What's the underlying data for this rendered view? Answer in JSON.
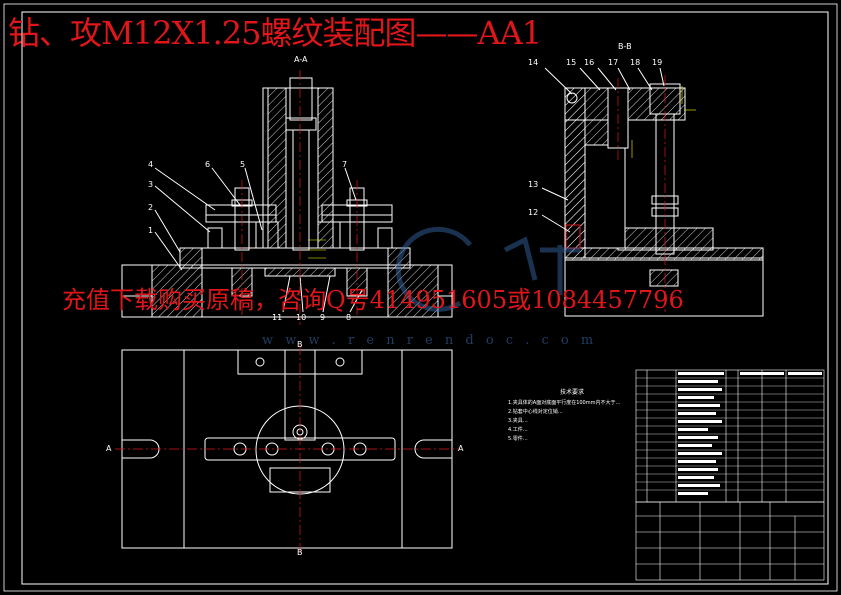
{
  "title": "钻、攻M12X1.25螺纹装配图——AA1",
  "promo": "充值下载购买原稿，咨询Q号414951605或1084457796",
  "watermark": {
    "url": "w w w . r e n r e n d o c . c o m"
  },
  "views": {
    "section_aa": "A-A",
    "section_bb": "B-B",
    "marker_a_left": "A",
    "marker_a_right": "A",
    "marker_b_top": "B",
    "marker_b_bottom": "B"
  },
  "part_numbers": {
    "left": [
      "4",
      "3",
      "2",
      "1"
    ],
    "top_left": [
      "6",
      "5",
      "7"
    ],
    "bottom": [
      "11",
      "10",
      "9",
      "8"
    ],
    "right_top": [
      "14",
      "15",
      "16",
      "17",
      "18",
      "19"
    ],
    "right_side": [
      "13",
      "12"
    ]
  },
  "tech_notes": {
    "title": "技术要求",
    "lines": [
      "1.夹具体的A面对底面平行度在100mm内不大于…",
      "2.钻套中心线对定位销…",
      "3.夹具…",
      "4.工件…",
      "5.零件…"
    ]
  },
  "colors": {
    "background": "#000000",
    "line": "#ffffff",
    "center": "#e0161a",
    "hatch": "#ffffff",
    "dim": "#ffff00",
    "accent": "#00ff00"
  }
}
